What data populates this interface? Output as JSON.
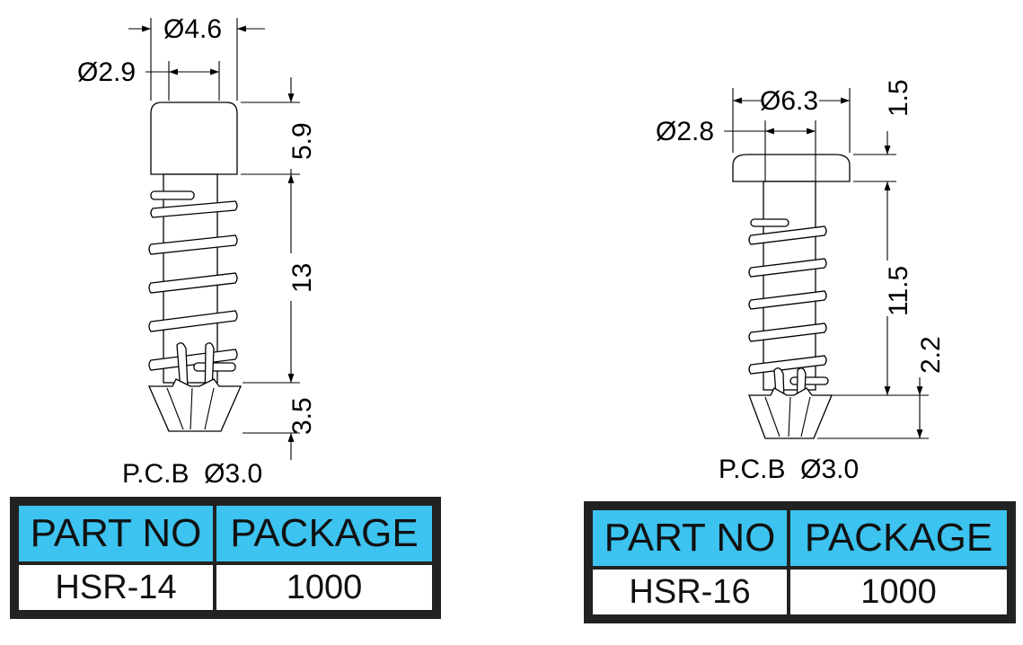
{
  "left_part": {
    "dims": {
      "head_od": "Ø4.6",
      "head_id": "Ø2.9",
      "head_h": "5.9",
      "body_len": "13",
      "tip_len": "3.5"
    },
    "pcb": "P.C.B  Ø3.0",
    "table": {
      "header_part": "PART NO",
      "header_package": "PACKAGE",
      "part_no": "HSR-14",
      "package": "1000"
    }
  },
  "right_part": {
    "dims": {
      "head_od": "Ø6.3",
      "head_id": "Ø2.8",
      "head_h": "1.5",
      "body_len": "11.5",
      "tip_len": "2.2"
    },
    "pcb": "P.C.B  Ø3.0",
    "table": {
      "header_part": "PART NO",
      "header_package": "PACKAGE",
      "part_no": "HSR-16",
      "package": "1000"
    }
  },
  "colors": {
    "header_bg": "#3cc3f0",
    "border": "#222222",
    "line": "#000000"
  }
}
